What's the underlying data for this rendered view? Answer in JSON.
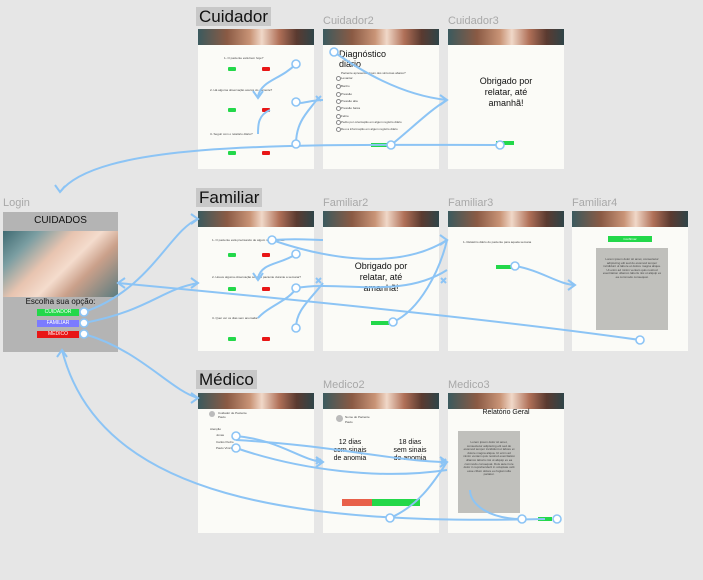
{
  "sections": {
    "cuidador": "Cuidador",
    "familiar": "Familiar",
    "medico": "Médico"
  },
  "frames": {
    "login": "Login",
    "cuidador2": "Cuidador2",
    "cuidador3": "Cuidador3",
    "familiar2": "Familiar2",
    "familiar3": "Familiar3",
    "familiar4": "Familiar4",
    "medico2": "Medico2",
    "medico3": "Medico3"
  },
  "login": {
    "title": "CUIDADOS",
    "prompt": "Escolha sua opção:",
    "options": [
      "CUIDADOR",
      "FAMILIAR",
      "MÉDICO"
    ]
  },
  "cuidador": {
    "q1": "1- O paciente está bem hoje?",
    "q2": "2- Há alguma observação acerca do paciente?",
    "q3": "3- Seguir com o relatório diário?"
  },
  "cuidador2": {
    "title": "Diagnóstico diário",
    "subtitle": "Paciente apresenta algum dos sintomas abaixo?",
    "items": [
      "Levantar",
      "Banho",
      "Pressão",
      "Pressão alta",
      "Pressão baixa",
      "Febre",
      "Pediu por orientação em algum registro diário",
      "Deu a informação em algum registro diário"
    ]
  },
  "cuidador3": {
    "message": "Obrigado por relatar, até amanhã!"
  },
  "familiar": {
    "q1": "1- O paciente está precisando de algum medicamento?",
    "q2": "2- Houve alguma observação sobre o paciente durante a semana?",
    "q3": "3- Quer ver os dias sem anomalia?"
  },
  "familiar2": {
    "message": "Obrigado por relatar, até amanhã!"
  },
  "familiar3": {
    "text": "1- Relatório diário do paciente para aquela semana"
  },
  "familiar4": {
    "button": "Confirmar",
    "lorem": "Lorem ipsum dolor sit amet, consectetur adipiscing elit sed do eiusmod tempor incididunt ut labore et dolore magna aliqua. Ut enim ad minim veniam quis nostrud exercitation ullamco laboris nisi ut aliquip ex ea commodo consequat."
  },
  "medico": {
    "patient": "Cuidador de Paciente",
    "patient_sub": "Paulo",
    "section": "Atenção",
    "names": [
      "Jonas",
      "Carlos Pedro",
      "Paulo Vinicius"
    ]
  },
  "medico2": {
    "patient": "Nome do Paciente",
    "patient_sub": "Paulo",
    "stat1": "12 dias com sinais de anomia",
    "stat2": "18 dias sem sinais de anomia"
  },
  "medico3": {
    "title": "Relatório Geral",
    "lorem": "Lorem ipsum dolor sit amet, consectetur adipiscing elit sed do eiusmod tempor incididunt ut labore et dolore magna aliqua. Ut enim ad minim veniam quis nostrud exercitation ullamco laboris nisi ut aliquip ex ea commodo consequat. Duis aute irure dolor in reprehenderit in voluptate velit esse cillum dolore eu fugiat nulla pariatur."
  },
  "colors": {
    "canvas": "#e6e6e6",
    "flow": "#8cc4f5",
    "green": "#23d84a",
    "red": "#e81616",
    "purple": "#7b7bff",
    "login_bg": "#b4b4b4"
  }
}
